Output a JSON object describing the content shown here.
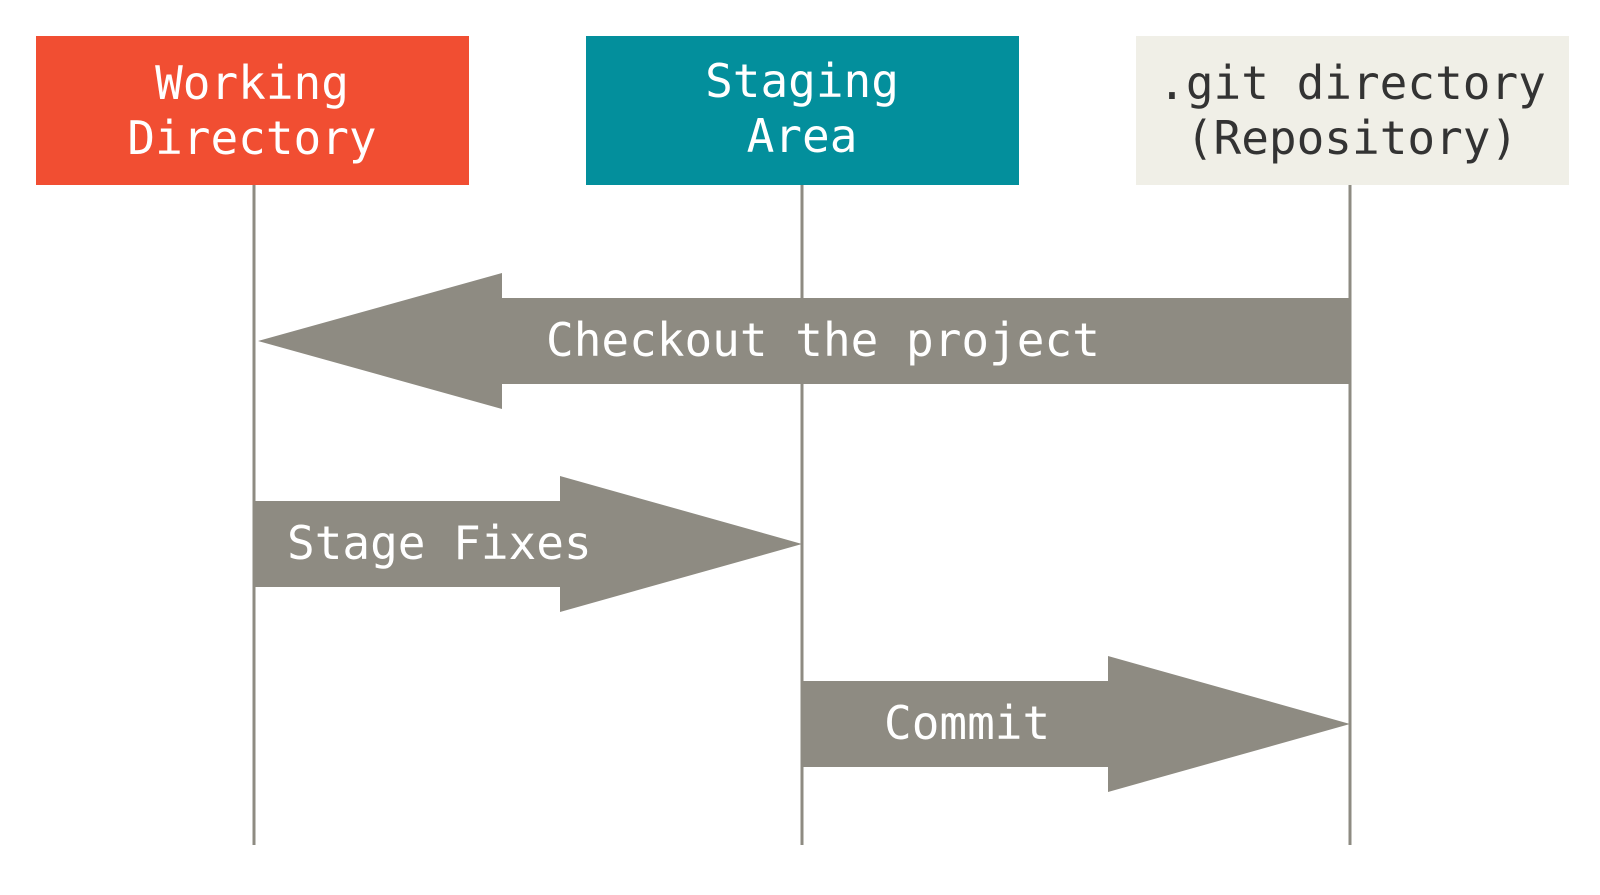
{
  "colors": {
    "working_directory": "#f14e32",
    "staging_area": "#038f9c",
    "repository": "#f0efe7",
    "arrow": "#8e8b82",
    "light_text": "#ffffff",
    "dark_text": "#333333"
  },
  "boxes": [
    {
      "line1": "Working",
      "line2": "Directory"
    },
    {
      "line1": "Staging",
      "line2": "Area"
    },
    {
      "line1": ".git directory",
      "line2": "(Repository)"
    }
  ],
  "arrows": [
    {
      "label": "Checkout the project",
      "from": ".git directory (Repository)",
      "to": "Working Directory"
    },
    {
      "label": "Stage Fixes",
      "from": "Working Directory",
      "to": "Staging Area"
    },
    {
      "label": "Commit",
      "from": "Staging Area",
      "to": ".git directory (Repository)"
    }
  ]
}
